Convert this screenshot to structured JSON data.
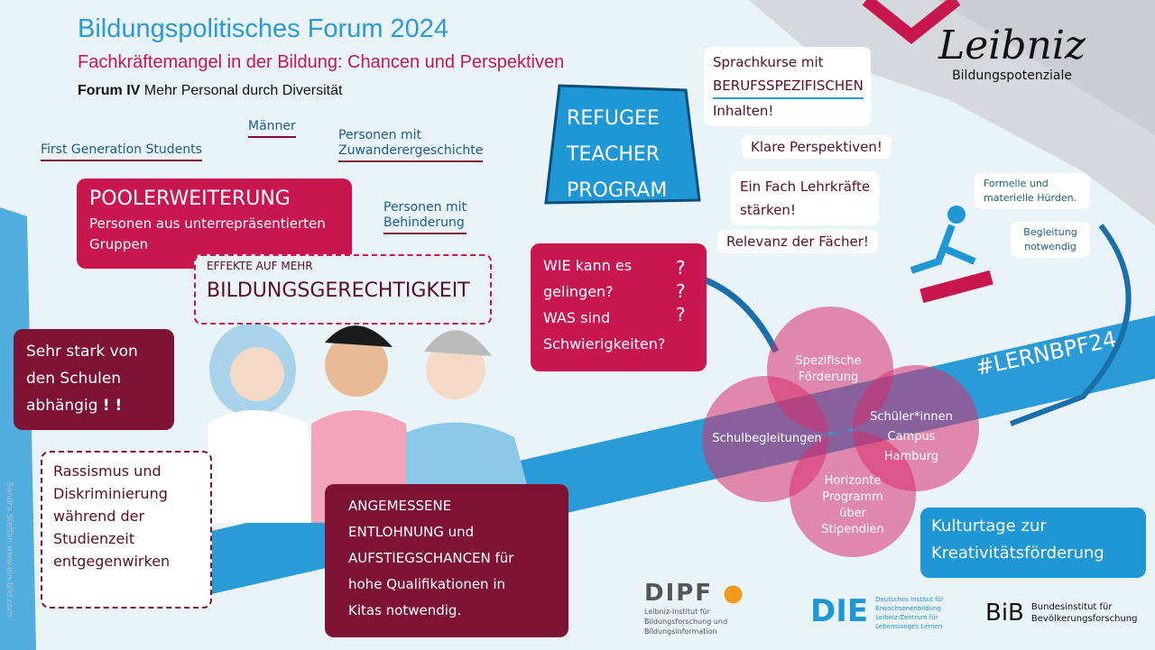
{
  "header": {
    "title": "Bildungspolitisches Forum 2024",
    "subtitle": "Fachkräftemangel in der Bildung: Chancen und Perspektiven",
    "forum_label": "Forum IV",
    "forum_topic": "Mehr Personal durch Diversität"
  },
  "groups": {
    "first_gen": "First Generation Students",
    "men": "Männer",
    "migration_1": "Personen mit",
    "migration_2": "Zuwanderergeschichte",
    "disability_1": "Personen mit",
    "disability_2": "Behinderung"
  },
  "pool": {
    "title": "POOLERWEITERUNG",
    "text": "Personen aus unterrepräsentierten Gruppen"
  },
  "effects": {
    "label": "EFFEKTE AUF MEHR",
    "title": "BILDUNGSGERECHTIGKEIT"
  },
  "schools": {
    "text": "Sehr stark von den Schulen abhängig",
    "mark": "! !"
  },
  "racism": {
    "lines": [
      "Rassismus und",
      "Diskriminierung",
      "während der",
      "Studienzeit",
      "entgegenwirken"
    ]
  },
  "pay": {
    "lines": [
      "ANGEMESSENE",
      "ENTLOHNUNG und",
      "AUFSTIEGSCHANCEN für",
      "hohe Qualifikationen in",
      "Kitas notwendig."
    ]
  },
  "question": {
    "lines": [
      "WIE kann es",
      "gelingen?",
      "WAS sind",
      "Schwierigkeiten?"
    ],
    "marks": "? ? ?"
  },
  "refugee": {
    "lines": [
      "REFUGEE",
      "TEACHER",
      "PROGRAM"
    ]
  },
  "callouts": {
    "language_1": "Sprachkurse mit",
    "language_2": "BERUFSSPEZIFISCHEN",
    "language_3": "Inhalten!",
    "perspectives": "Klare Perspektiven!",
    "subject_1": "Ein Fach Lehrkräfte",
    "subject_2": "stärken!",
    "relevance": "Relevanz der Fächer!"
  },
  "hurdles": {
    "formal": "Formelle und materielle Hürden.",
    "support": "Begleitung notwendig"
  },
  "leibniz": {
    "script": "Leibniz",
    "name": "Bildungspotenziale"
  },
  "hashtag": "#LERNBPF24",
  "venn": {
    "specific": "Spezifische Förderung",
    "campus": "Schüler*innen Campus Hamburg",
    "school": "Schulbegleitungen",
    "horizons": "Horizonte Programm über Stipendien"
  },
  "culture": "Kulturtage zur Kreativitätsförderung",
  "logos": {
    "dipf": "DIPF",
    "dipf_sub": "Leibniz-Institut für Bildungsforschung und Bildungsinformation",
    "die": "DIE",
    "die_sub1": "Deutsches Institut für Erwachsenenbildung",
    "die_sub2": "Leibniz-Zentrum für Lebenslanges Lernen",
    "bib": "BiB",
    "bib_sub": "Bundesinstitut für Bevölkerungsforschung"
  },
  "credit": "Sandra Steffan www.ein-bild.com",
  "colors": {
    "blue": "#2a9bd6",
    "crimson": "#c8174f",
    "dark_red": "#7d1233"
  }
}
